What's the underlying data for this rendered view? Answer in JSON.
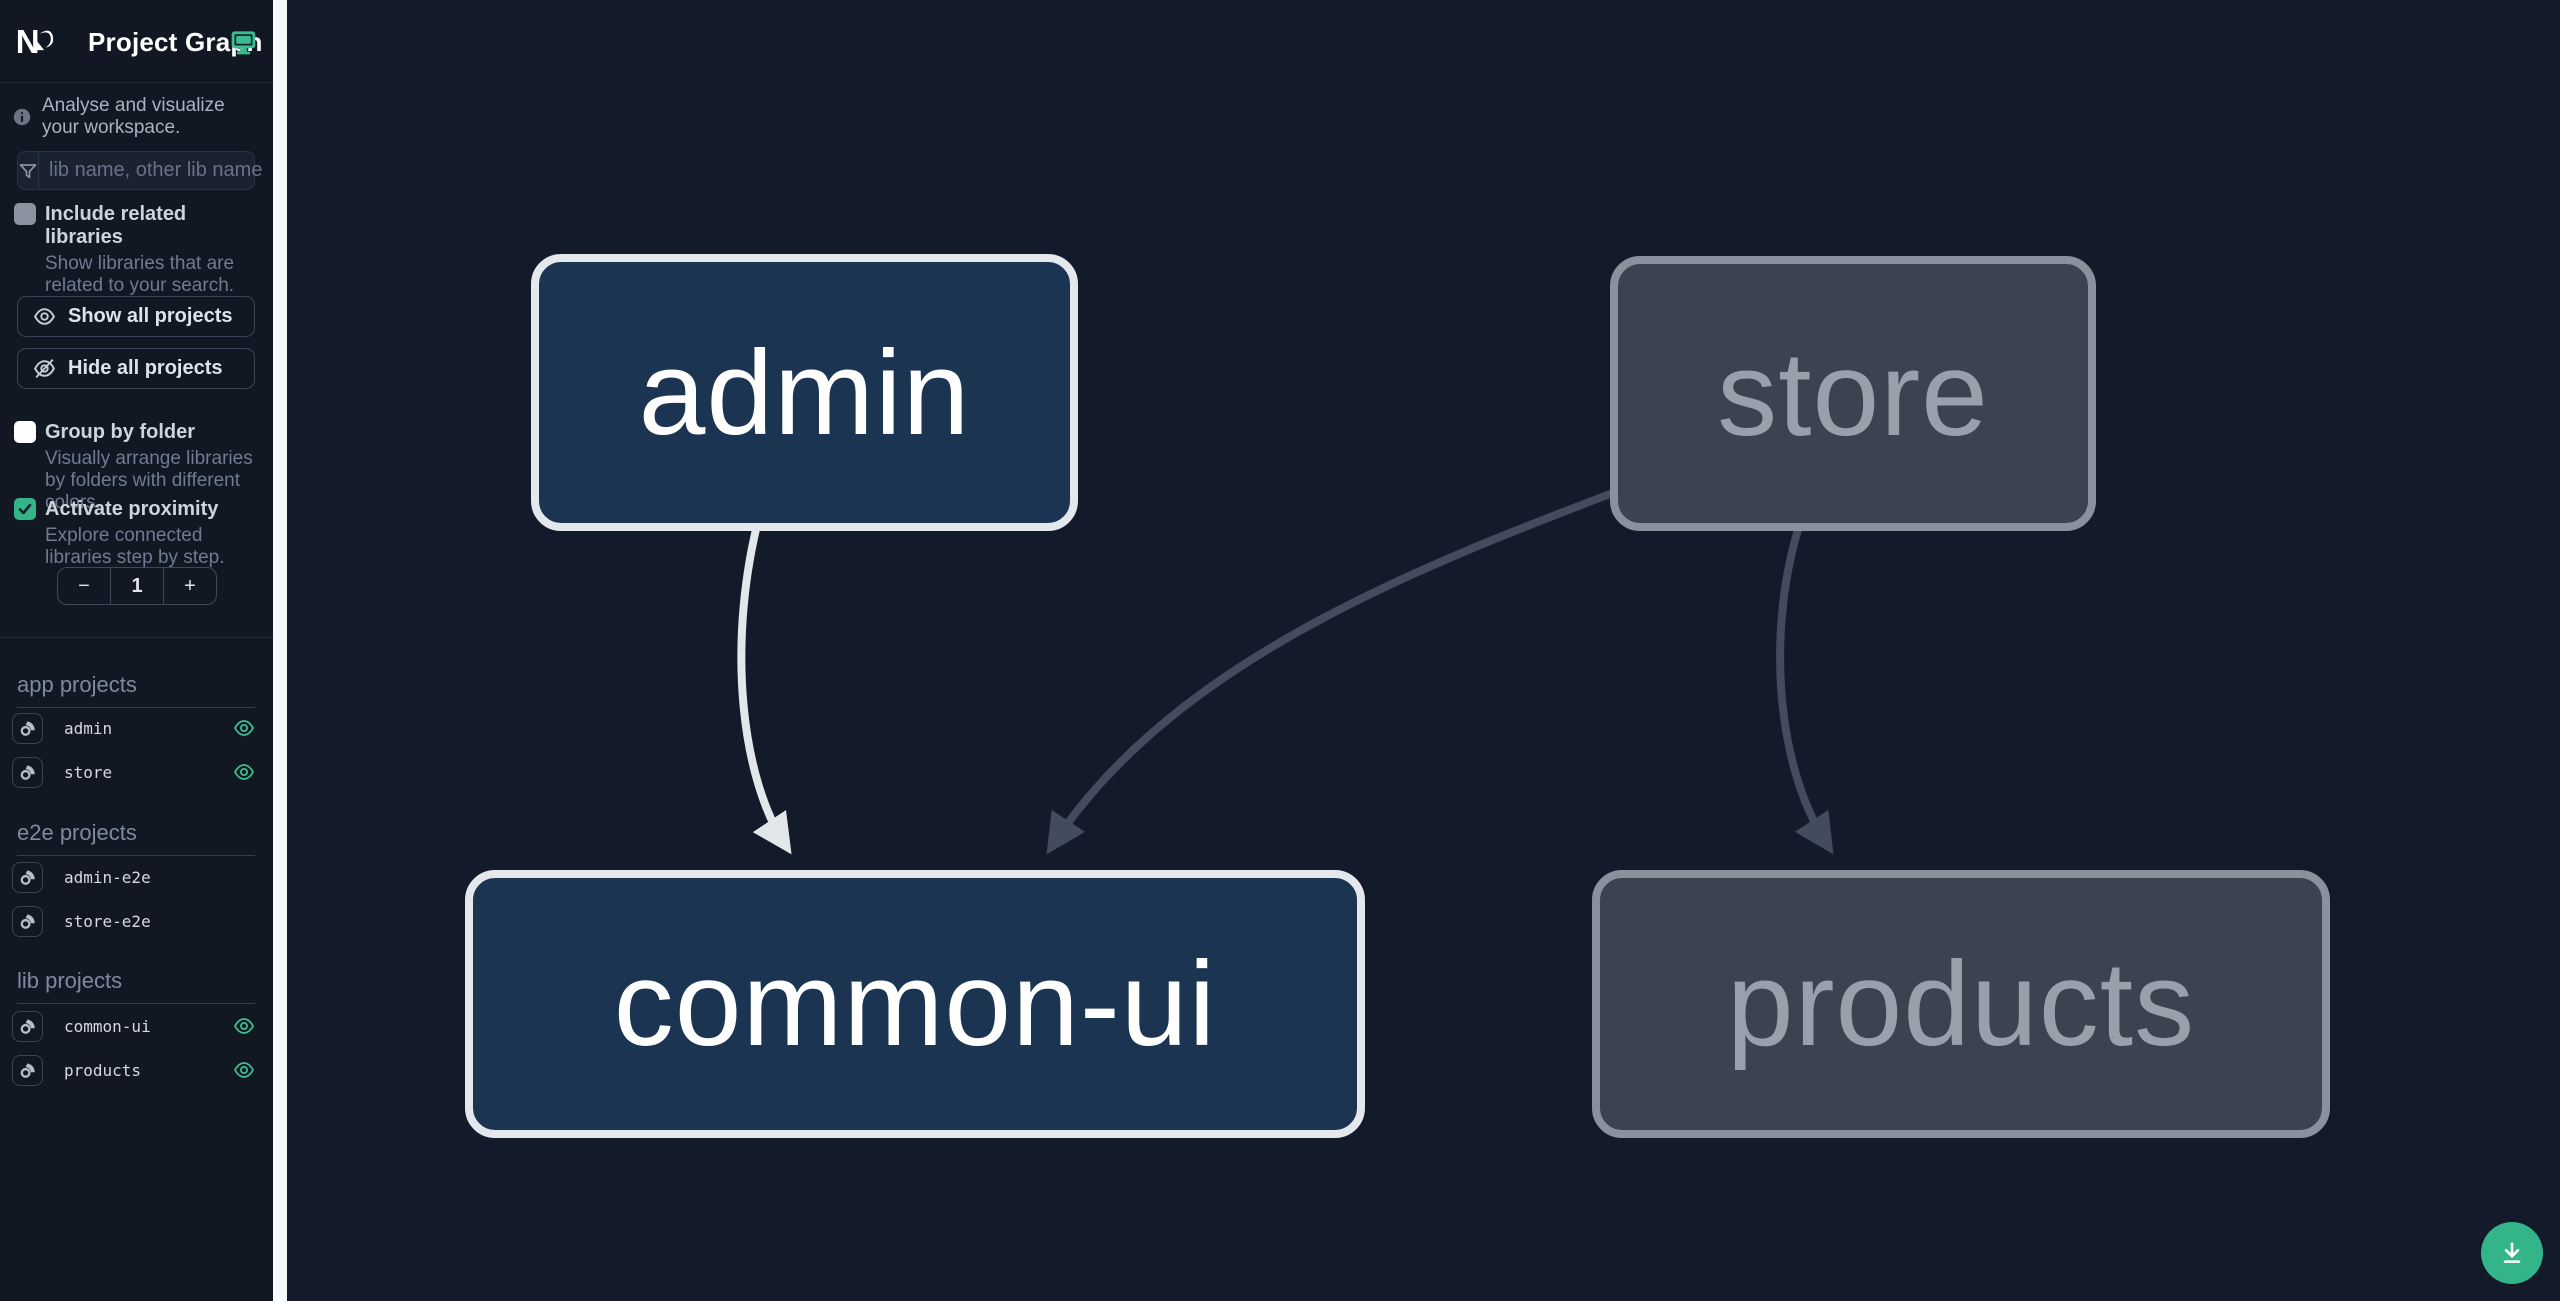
{
  "header": {
    "title": "Project Graph",
    "logo": "nx-logo",
    "status_icon": "monitor-icon"
  },
  "sidebar": {
    "tagline": "Analyse and visualize your workspace.",
    "search": {
      "placeholder": "lib name, other lib name",
      "value": ""
    },
    "checkboxes": [
      {
        "label": "Include related libraries",
        "description": "Show libraries that are related to your search.",
        "checked": false
      },
      {
        "label": "Group by folder",
        "description": "Visually arrange libraries by folders with different colors.",
        "checked": false
      },
      {
        "label": "Activate proximity",
        "description": "Explore connected libraries step by step.",
        "checked": true
      }
    ],
    "buttons": [
      {
        "label": "Show all projects",
        "icon": "eye-icon"
      },
      {
        "label": "Hide all projects",
        "icon": "eye-off-icon"
      }
    ],
    "proximity_stepper": {
      "decrement": "−",
      "value": "1",
      "increment": "+"
    },
    "sections": [
      {
        "title": "app projects",
        "items": [
          {
            "name": "admin",
            "visible_eye": true
          },
          {
            "name": "store",
            "visible_eye": true
          }
        ]
      },
      {
        "title": "e2e projects",
        "items": [
          {
            "name": "admin-e2e",
            "visible_eye": false
          },
          {
            "name": "store-e2e",
            "visible_eye": false
          }
        ]
      },
      {
        "title": "lib projects",
        "items": [
          {
            "name": "common-ui",
            "visible_eye": true
          },
          {
            "name": "products",
            "visible_eye": true
          }
        ]
      }
    ]
  },
  "graph": {
    "nodes": [
      {
        "id": "admin",
        "label": "admin",
        "state": "focused"
      },
      {
        "id": "store",
        "label": "store",
        "state": "faded"
      },
      {
        "id": "common-ui",
        "label": "common-ui",
        "state": "focused"
      },
      {
        "id": "products",
        "label": "products",
        "state": "faded"
      }
    ],
    "edges": [
      {
        "source": "admin",
        "target": "common-ui",
        "state": "highlighted"
      },
      {
        "source": "store",
        "target": "common-ui",
        "state": "faded"
      },
      {
        "source": "store",
        "target": "products",
        "state": "faded"
      }
    ]
  },
  "fab": {
    "icon": "download-icon"
  },
  "colors": {
    "accent_teal": "#34b489",
    "sidebar_bg": "#111723",
    "canvas_bg": "#131a2a",
    "node_focused_bg": "#1b3452",
    "node_focused_border": "#e4e7eb",
    "node_faded_bg": "#3b4250",
    "node_faded_border": "#8a919d",
    "edge_light": "#e4e7ea",
    "edge_dark": "#434c5c",
    "eye_green": "#3fbc8e"
  }
}
